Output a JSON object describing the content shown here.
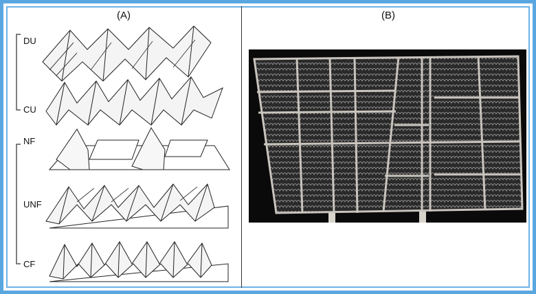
{
  "panels": {
    "a_label": "(A)",
    "b_label": "(B)"
  },
  "packing_types": [
    "DU",
    "CU",
    "NF",
    "UNF",
    "CF"
  ],
  "colors": {
    "frame_border": "#5aa6e0",
    "photo_background": "#0a0a0a",
    "steel_frame": "#c9c4bd"
  }
}
